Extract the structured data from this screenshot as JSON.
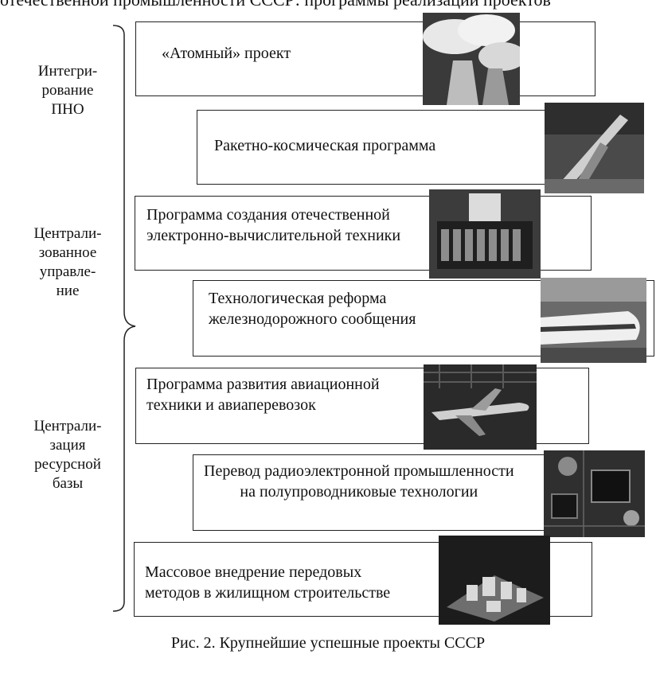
{
  "top_text": "отечественной промышленности СССР: программы реализации проектов",
  "side_labels": {
    "group1": "Интегри-\nрование\nПНО",
    "group2": "Централи-\nзованное\nуправле-\nние",
    "group3": "Централи-\nзация\nресурсной\nбазы"
  },
  "projects": [
    {
      "text": "«Атомный» проект",
      "photo_icon": "cooling-tower-photo"
    },
    {
      "text": "Ракетно-космическая программа",
      "photo_icon": "rocket-launch-photo"
    },
    {
      "text": "Программа создания отечественной\nэлектронно-вычислительной техники",
      "photo_icon": "supercomputer-photo"
    },
    {
      "text": "Технологическая реформа\nжелезнодорожного сообщения",
      "photo_icon": "high-speed-train-photo"
    },
    {
      "text": "Программа развития авиационной\nтехники и авиаперевозок",
      "photo_icon": "airplane-hangar-photo"
    },
    {
      "text": "Перевод радиоэлектронной промышленности\nна полупроводниковые технологии",
      "photo_icon": "circuit-board-photo"
    },
    {
      "text": "Массовое внедрение передовых\nметодов в жилищном строительстве",
      "photo_icon": "housing-model-photo"
    }
  ],
  "caption": "Рис. 2. Крупнейшие успешные проекты СССР"
}
